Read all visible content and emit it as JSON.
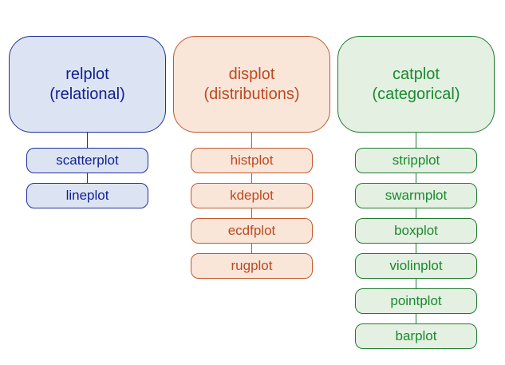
{
  "diagram": {
    "description": "Overview tree of seaborn figure-level plotting functions and their axes-level children",
    "background_color": "#ffffff",
    "columns": [
      {
        "id": "relplot",
        "title": "relplot",
        "subtitle": "(relational)",
        "fill_color": "#dce4f3",
        "border_color": "#1f2f9c",
        "text_color": "#131f8f",
        "children": [
          {
            "label": "scatterplot"
          },
          {
            "label": "lineplot"
          }
        ]
      },
      {
        "id": "displot",
        "title": "displot",
        "subtitle": "(distributions)",
        "fill_color": "#fae5d9",
        "border_color": "#c05a2e",
        "text_color": "#bc4a20",
        "children": [
          {
            "label": "histplot"
          },
          {
            "label": "kdeplot"
          },
          {
            "label": "ecdfplot"
          },
          {
            "label": "rugplot"
          }
        ]
      },
      {
        "id": "catplot",
        "title": "catplot",
        "subtitle": "(categorical)",
        "fill_color": "#e3f0e2",
        "border_color": "#217a2f",
        "text_color": "#1b8a2f",
        "children": [
          {
            "label": "stripplot"
          },
          {
            "label": "swarmplot"
          },
          {
            "label": "boxplot"
          },
          {
            "label": "violinplot"
          },
          {
            "label": "pointplot"
          },
          {
            "label": "barplot"
          }
        ]
      }
    ]
  }
}
